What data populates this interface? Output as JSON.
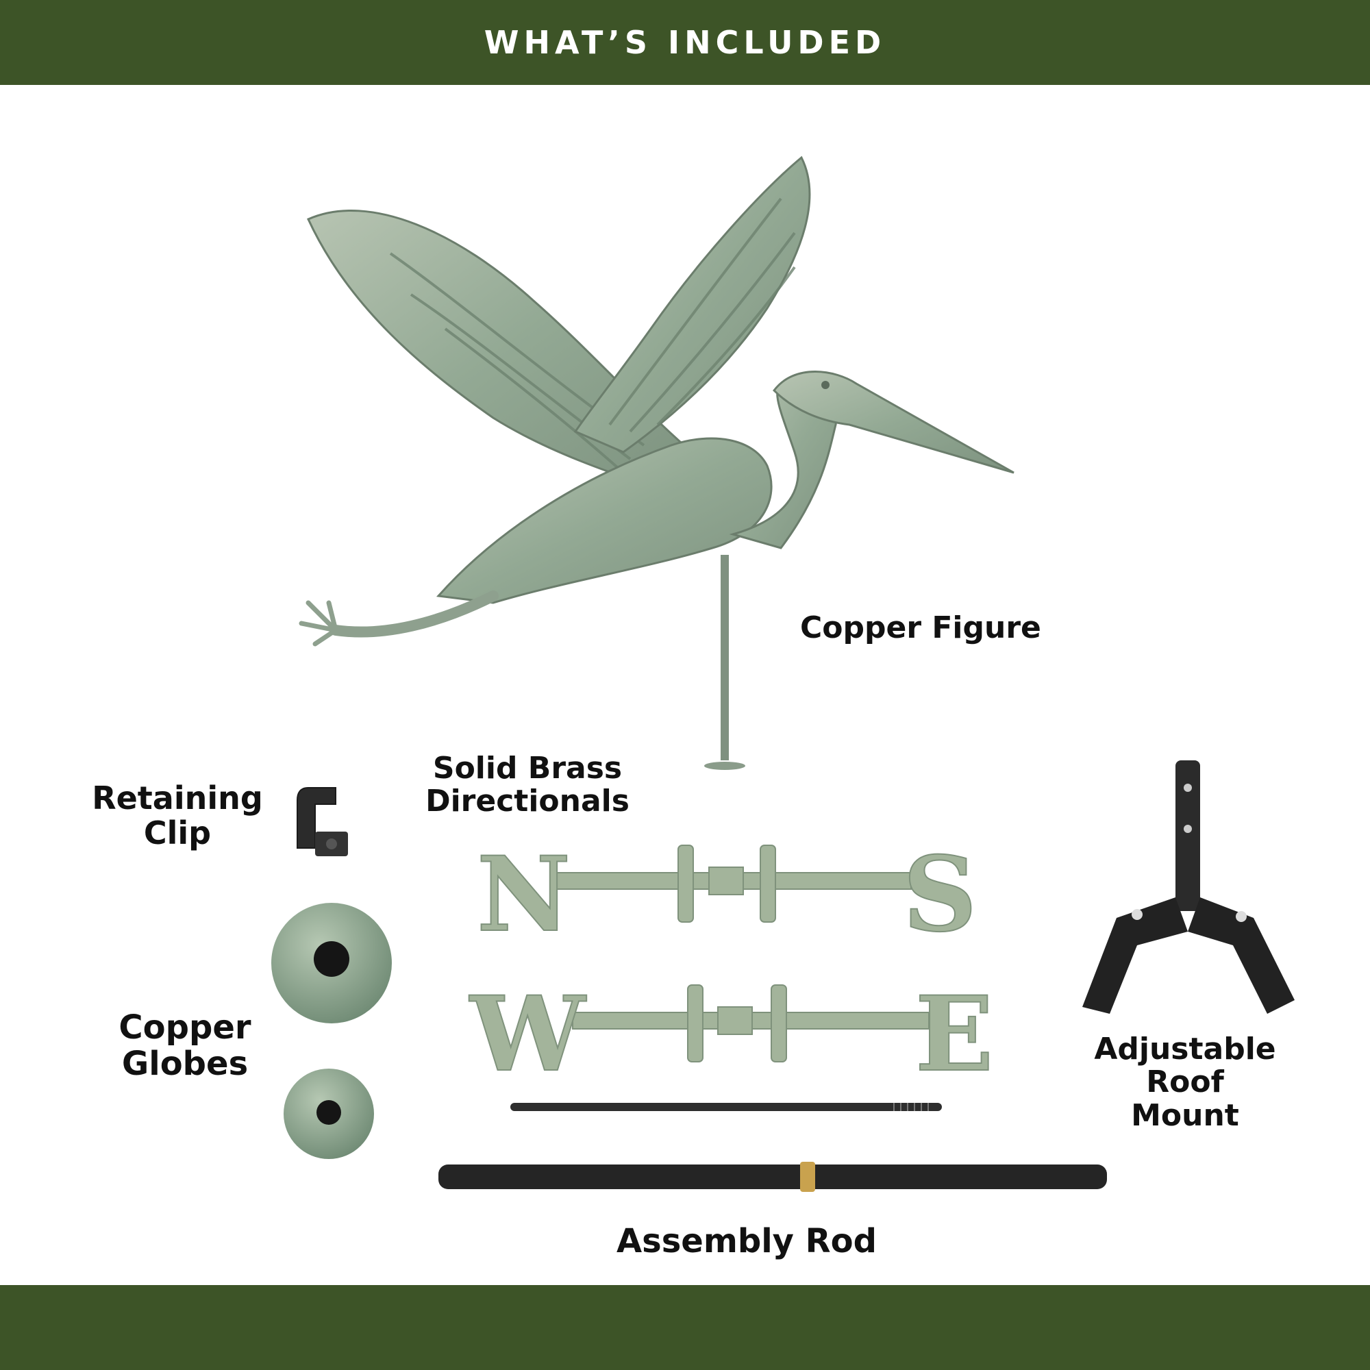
{
  "header": {
    "title": "WHAT’S INCLUDED"
  },
  "labels": {
    "copper_figure": "Copper Figure",
    "retaining_clip": [
      "Retaining",
      "Clip"
    ],
    "directionals": [
      "Solid Brass",
      "Directionals"
    ],
    "copper_globes": [
      "Copper",
      "Globes"
    ],
    "roof_mount": [
      "Adjustable",
      "Roof",
      "Mount"
    ],
    "assembly_rod": "Assembly Rod"
  },
  "directional_letters": {
    "north": "N",
    "south": "S",
    "west": "W",
    "east": "E"
  },
  "icons": {
    "figure": "heron-weathervane-icon",
    "clip": "retaining-clip-icon",
    "globe": "copper-globe-icon",
    "mount": "roof-mount-icon",
    "rod": "assembly-rod-icon"
  },
  "colors": {
    "brand_band": "#3d5427",
    "verdigris": "#9fb39a",
    "verdigris_dark": "#6f8670",
    "metal_black": "#2b2b2b"
  }
}
